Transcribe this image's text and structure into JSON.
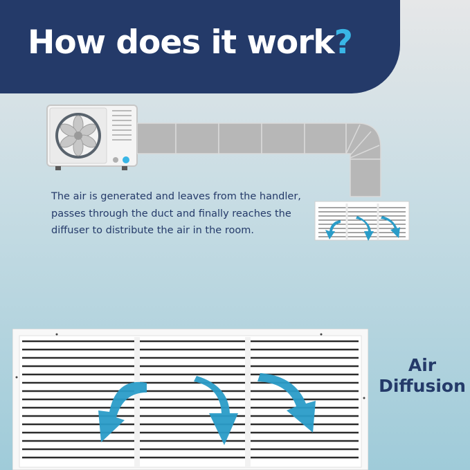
{
  "header": {
    "title": "How does it work",
    "title_mark": "?"
  },
  "description": "The air is generated and leaves from the handler, passes through the duct and finally reaches the diffuser to distribute the air in the room.",
  "label": {
    "line1": "Air",
    "line2": "Diffusion"
  },
  "colors": {
    "navy": "#243a69",
    "accent": "#39b6e6",
    "arrow": "#2a9cc8"
  },
  "icons": [
    "ac-unit-icon",
    "duct-icon",
    "small-diffuser-icon",
    "airflow-arrow-icon",
    "large-diffuser-icon"
  ]
}
